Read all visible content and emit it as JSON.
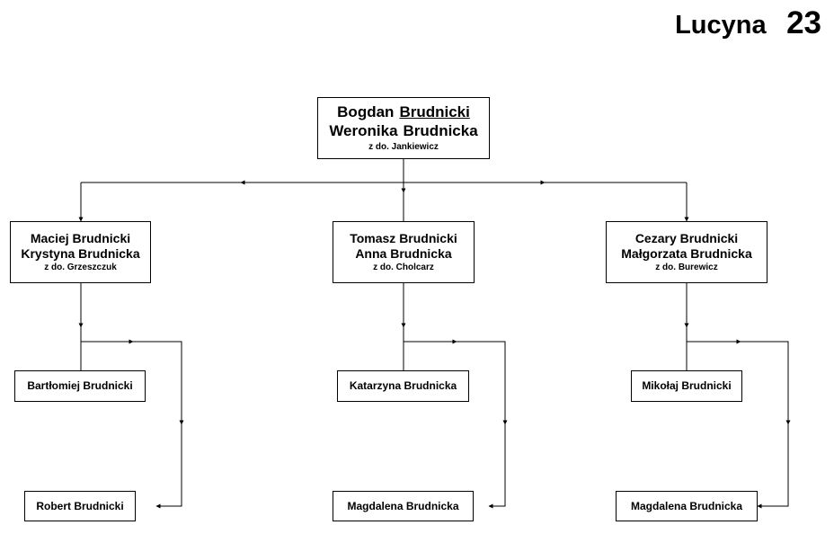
{
  "header": {
    "name": "Lucyna",
    "number": "23"
  },
  "root": {
    "husband_first": "Bogdan",
    "husband_last": "Brudnicki",
    "wife_first": "Weronika",
    "wife_last": "Brudnicka",
    "maiden": "z do. Jankiewicz"
  },
  "families": [
    {
      "husband": "Maciej  Brudnicki",
      "wife": "Krystyna Brudnicka",
      "maiden": "z do. Grzeszczuk",
      "children": [
        "Bartłomiej  Brudnicki",
        "Robert  Brudnicki"
      ]
    },
    {
      "husband": "Tomasz  Brudnicki",
      "wife": "Anna  Brudnicka",
      "maiden": "z do. Cholcarz",
      "children": [
        "Katarzyna  Brudnicka",
        "Magdalena  Brudnicka"
      ]
    },
    {
      "husband": "Cezary  Brudnicki",
      "wife": "Małgorzata Brudnicka",
      "maiden": "z do. Burewicz",
      "children": [
        "Mikołaj  Brudnicki",
        "Magdalena  Brudnicka"
      ]
    }
  ]
}
